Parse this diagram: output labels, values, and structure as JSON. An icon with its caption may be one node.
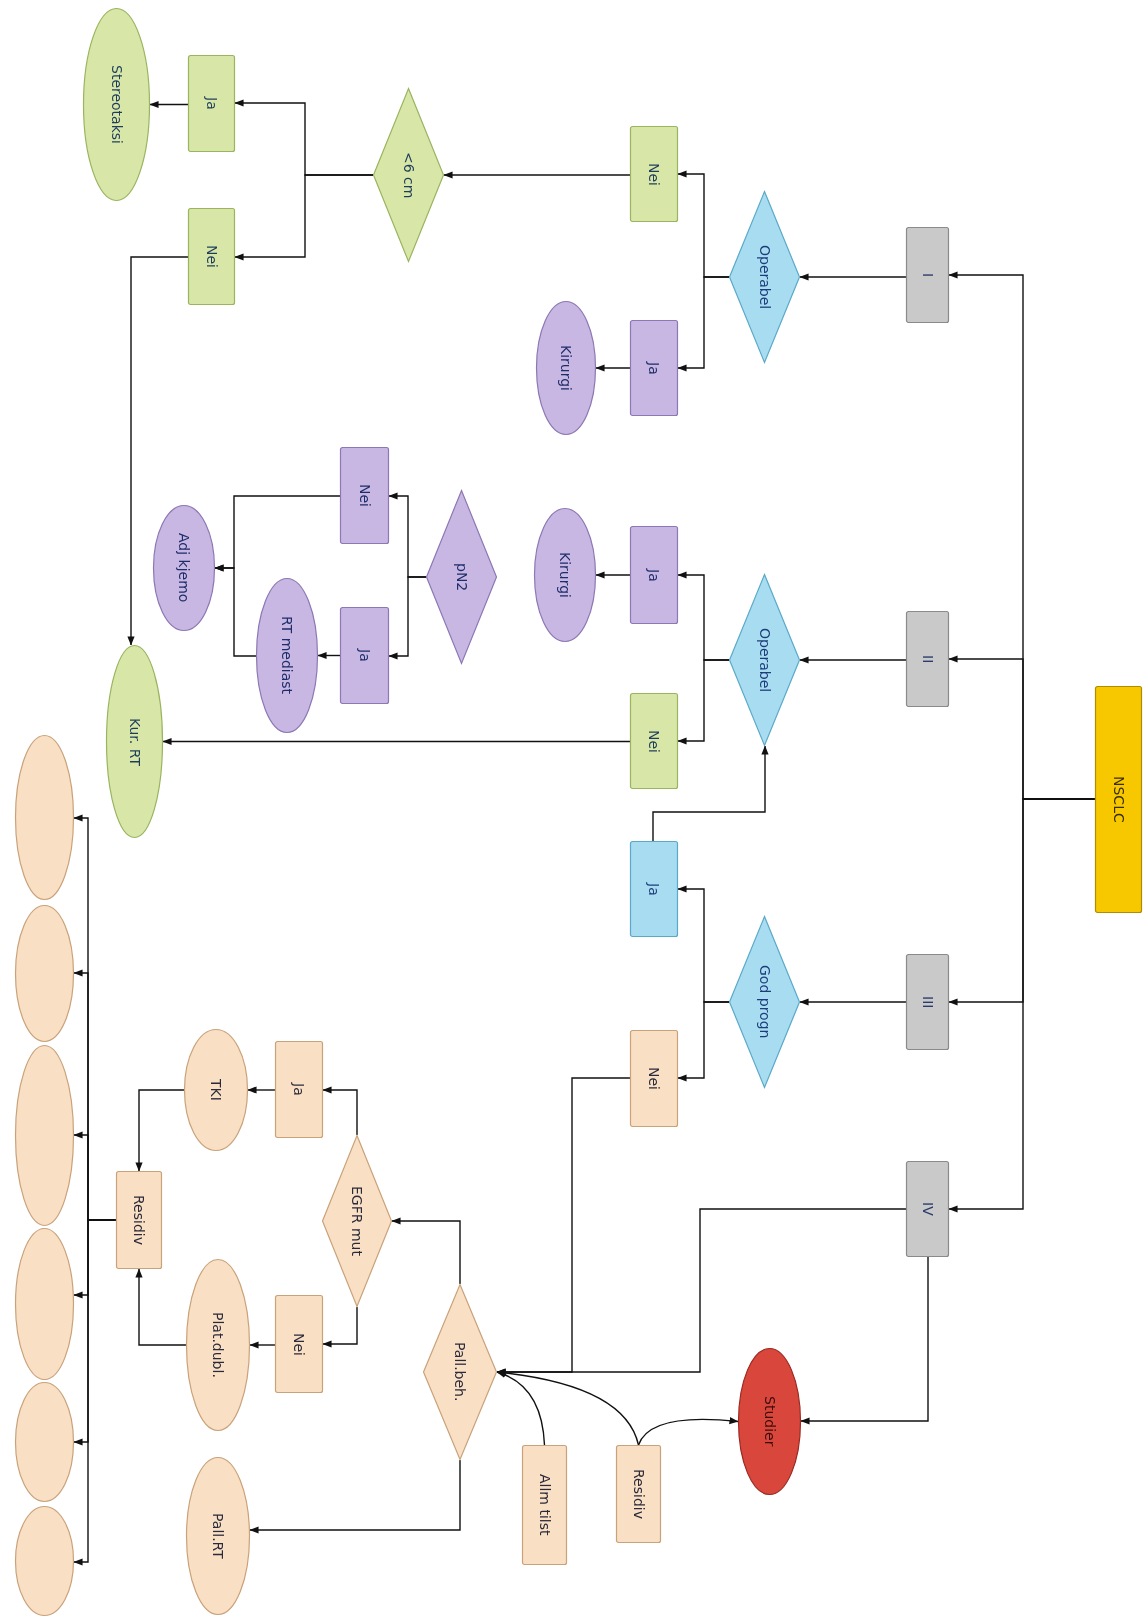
{
  "diagram": {
    "nodes": [
      {
        "text": [
          "NSCLC"
        ]
      },
      {
        "text": [
          "I"
        ]
      },
      {
        "text": [
          "II"
        ]
      },
      {
        "text": [
          "III"
        ]
      },
      {
        "text": [
          "IV"
        ]
      },
      {
        "text": [
          "Operabel"
        ]
      },
      {
        "text": [
          "Operabel"
        ]
      },
      {
        "text": [
          "God progn"
        ]
      },
      {
        "text": [
          "Nei"
        ]
      },
      {
        "text": [
          "Ja"
        ]
      },
      {
        "text": [
          "Kirurgi"
        ]
      },
      {
        "text": [
          "<6 cm"
        ]
      },
      {
        "text": [
          "Ja"
        ]
      },
      {
        "text": [
          "Stereotaksi"
        ]
      },
      {
        "text": [
          "Nei"
        ]
      },
      {
        "text": [
          "Ja"
        ]
      },
      {
        "text": [
          "Kirurgi"
        ]
      },
      {
        "text": [
          "pN2"
        ]
      },
      {
        "text": [
          "Nei"
        ]
      },
      {
        "text": [
          "Ja"
        ]
      },
      {
        "text": [
          "Adj kjemo"
        ]
      },
      {
        "text": [
          "RT mediast"
        ]
      },
      {
        "text": [
          "Nei"
        ]
      },
      {
        "text": [
          "Kur. RT"
        ]
      },
      {
        "text": [
          "Ja"
        ]
      },
      {
        "text": [
          "Nei"
        ]
      },
      {
        "text": [
          "Studier"
        ]
      },
      {
        "text": [
          "Pall.beh."
        ]
      },
      {
        "text": [
          "Residiv"
        ]
      },
      {
        "text": [
          "Allm tilst"
        ]
      },
      {
        "text": [
          "EGFR mut"
        ]
      },
      {
        "text": [
          "Ja"
        ]
      },
      {
        "text": [
          "TKI"
        ]
      },
      {
        "text": [
          "Nei"
        ]
      },
      {
        "text": [
          "Plat.dubl."
        ]
      },
      {
        "text": [
          "Residiv"
        ]
      },
      {
        "text": [
          "Pall.RT"
        ]
      },
      {
        "text": [],
        "shape": "ellipse"
      },
      {
        "text": [],
        "shape": "ellipse"
      },
      {
        "text": [],
        "shape": "ellipse"
      },
      {
        "text": [],
        "shape": "ellipse"
      },
      {
        "text": [],
        "shape": "ellipse"
      },
      {
        "text": [],
        "shape": "ellipse"
      }
    ],
    "edges": [
      {
        "from": 0,
        "to": 1,
        "arrow": "to"
      },
      {
        "from": 0,
        "to": 2,
        "arrow": "to"
      },
      {
        "from": 0,
        "to": 3,
        "arrow": "to"
      },
      {
        "from": 0,
        "to": 4,
        "arrow": "to"
      },
      {
        "from": 1,
        "to": 5,
        "arrow": "to"
      },
      {
        "from": 2,
        "to": 6,
        "arrow": "to"
      },
      {
        "from": 3,
        "to": 7,
        "arrow": "to"
      },
      {
        "from": 5,
        "to": 8,
        "arrow": "to"
      },
      {
        "from": 5,
        "to": 9,
        "arrow": "to"
      },
      {
        "from": 8,
        "to": 11,
        "arrow": "to"
      },
      {
        "from": 11,
        "to": 12,
        "arrow": "to"
      },
      {
        "from": 11,
        "to": 14,
        "arrow": "to"
      },
      {
        "from": 12,
        "to": 13,
        "arrow": "to"
      },
      {
        "from": 14,
        "to": 23,
        "arrow": "to"
      },
      {
        "from": 9,
        "to": 10,
        "arrow": "to"
      },
      {
        "from": 6,
        "to": 15,
        "arrow": "to"
      },
      {
        "from": 6,
        "to": 22,
        "arrow": "to"
      },
      {
        "from": 15,
        "to": 16,
        "arrow": "to"
      },
      {
        "from": 17,
        "to": 18,
        "arrow": "to"
      },
      {
        "from": 17,
        "to": 19,
        "arrow": "to"
      },
      {
        "from": 18,
        "to": 20,
        "arrow": "to"
      },
      {
        "from": 19,
        "to": 21,
        "arrow": "to"
      },
      {
        "from": 21,
        "to": 20,
        "arrow": "to"
      },
      {
        "from": 22,
        "to": 23,
        "arrow": "to"
      },
      {
        "from": 7,
        "to": 24,
        "arrow": "to"
      },
      {
        "from": 7,
        "to": 25,
        "arrow": "to"
      },
      {
        "from": 24,
        "to": 6,
        "arrow": "to"
      },
      {
        "from": 25,
        "to": 27,
        "arrow": "to"
      },
      {
        "from": 4,
        "to": 27,
        "arrow": "to"
      },
      {
        "from": 4,
        "to": 26,
        "arrow": "to"
      },
      {
        "from": 28,
        "to": 26,
        "arrow": "to"
      },
      {
        "from": 28,
        "to": 27,
        "arrow": "to"
      },
      {
        "from": 29,
        "to": 27,
        "arrow": "to"
      },
      {
        "from": 27,
        "to": 30,
        "arrow": "to"
      },
      {
        "from": 27,
        "to": 36,
        "arrow": "to"
      },
      {
        "from": 30,
        "to": 31,
        "arrow": "to"
      },
      {
        "from": 30,
        "to": 33,
        "arrow": "to"
      },
      {
        "from": 31,
        "to": 32,
        "arrow": "to"
      },
      {
        "from": 33,
        "to": 34,
        "arrow": "to"
      },
      {
        "from": 32,
        "to": 35,
        "arrow": "to"
      },
      {
        "from": 34,
        "to": 35,
        "arrow": "to"
      },
      {
        "from": 35,
        "to": 37,
        "arrow": "to"
      },
      {
        "from": 35,
        "to": 38,
        "arrow": "to"
      },
      {
        "from": 35,
        "to": 39,
        "arrow": "to"
      },
      {
        "from": 35,
        "to": 40,
        "arrow": "to"
      },
      {
        "from": 35,
        "to": 41,
        "arrow": "to"
      },
      {
        "from": 35,
        "to": 42,
        "arrow": "to"
      }
    ]
  }
}
